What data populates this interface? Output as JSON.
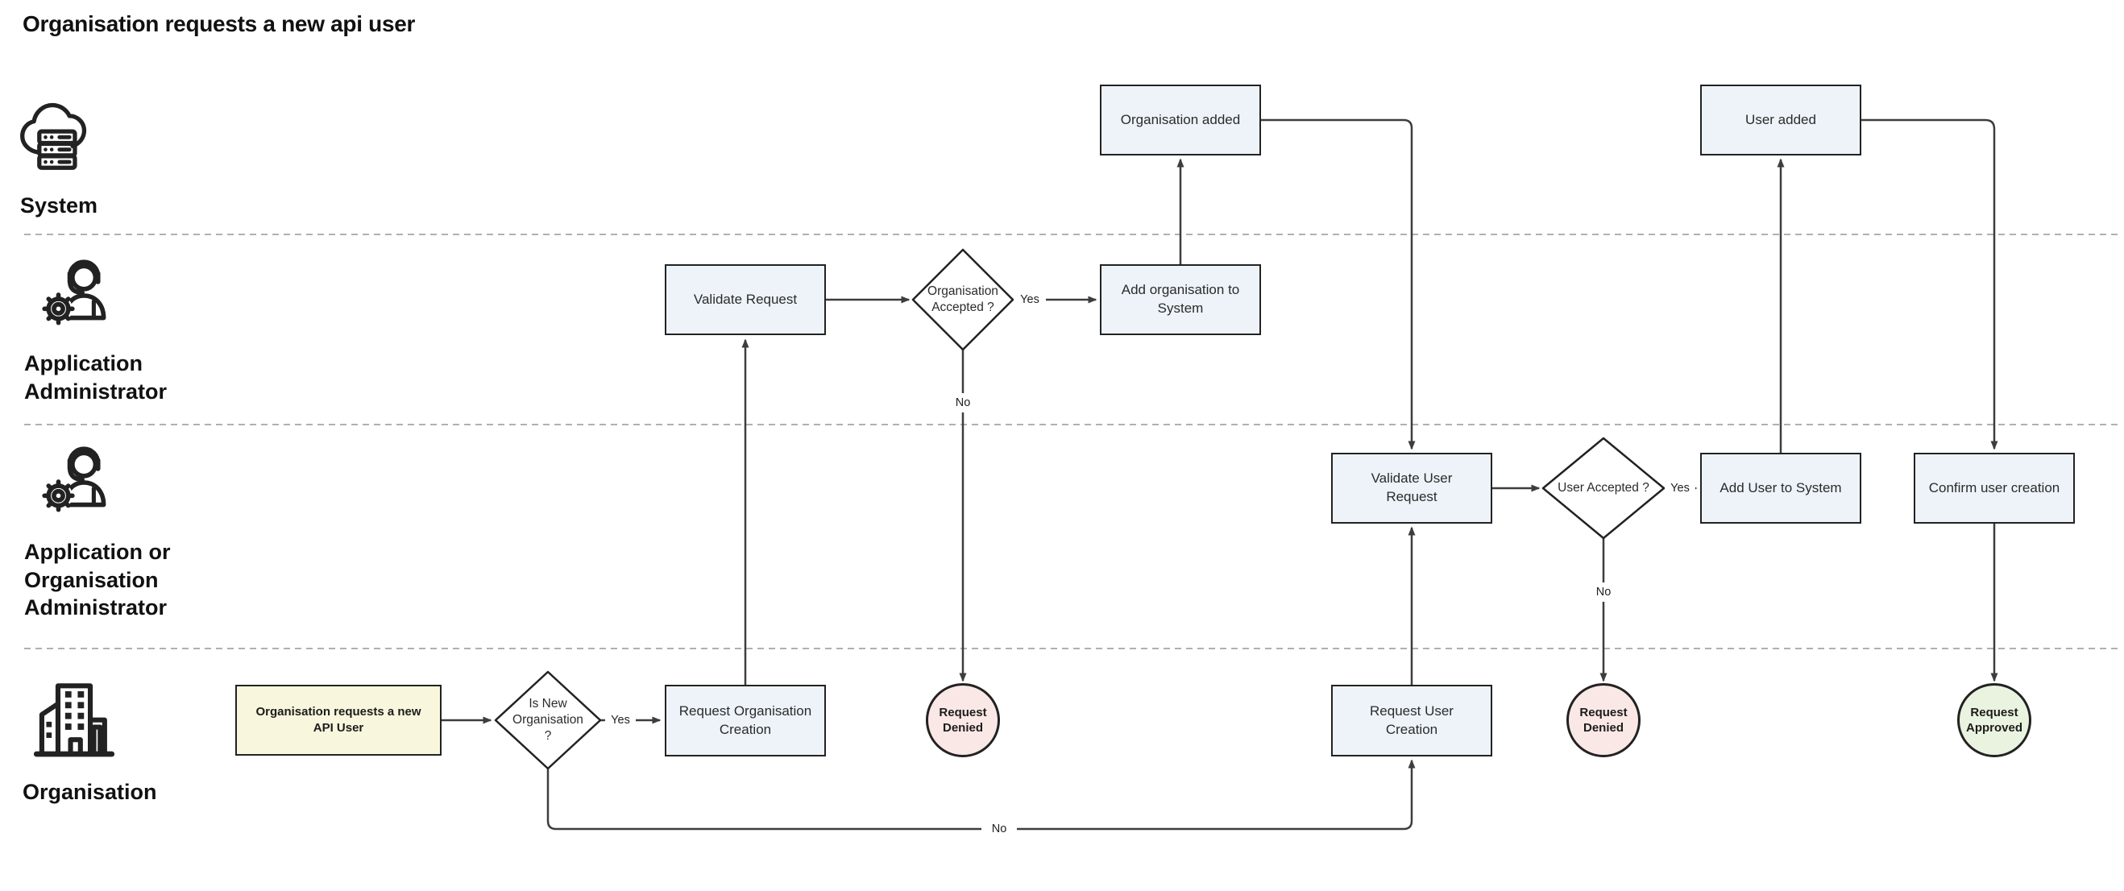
{
  "title": "Organisation requests a new api user",
  "lanes": [
    {
      "id": "system",
      "label": "System",
      "icon": "cloud-server-icon"
    },
    {
      "id": "application-administrator",
      "label": "Application Administrator",
      "icon": "support-agent-gear-icon"
    },
    {
      "id": "application-or-organisation-administrator",
      "label": "Application or Organisation Administrator",
      "icon": "support-agent-gear-icon"
    },
    {
      "id": "organisation",
      "label": "Organisation",
      "icon": "building-icon"
    }
  ],
  "nodes": {
    "start": {
      "label": "Organisation requests a new API User",
      "type": "start",
      "lane": "organisation"
    },
    "is_new_organisation": {
      "label": "Is New Organisation ?",
      "type": "decision",
      "lane": "organisation"
    },
    "request_organisation_creation": {
      "label": "Request Organisation Creation",
      "type": "task",
      "lane": "organisation"
    },
    "validate_request": {
      "label": "Validate Request",
      "type": "task",
      "lane": "application-administrator"
    },
    "organisation_accepted": {
      "label": "Organisation Accepted ?",
      "type": "decision",
      "lane": "application-administrator"
    },
    "add_organisation_to_system": {
      "label": "Add organisation to System",
      "type": "task",
      "lane": "application-administrator"
    },
    "organisation_added": {
      "label": "Organisation added",
      "type": "task",
      "lane": "system"
    },
    "request_denied_org": {
      "label": "Request Denied",
      "type": "end-denied",
      "lane": "organisation"
    },
    "request_user_creation": {
      "label": "Request User Creation",
      "type": "task",
      "lane": "organisation"
    },
    "validate_user_request": {
      "label": "Validate User Request",
      "type": "task",
      "lane": "application-or-organisation-administrator"
    },
    "user_accepted": {
      "label": "User Accepted ?",
      "type": "decision",
      "lane": "application-or-organisation-administrator"
    },
    "add_user_to_system": {
      "label": "Add User to System",
      "type": "task",
      "lane": "application-or-organisation-administrator"
    },
    "user_added": {
      "label": "User added",
      "type": "task",
      "lane": "system"
    },
    "request_denied_user": {
      "label": "Request Denied",
      "type": "end-denied",
      "lane": "organisation"
    },
    "confirm_user_creation": {
      "label": "Confirm user creation",
      "type": "task",
      "lane": "application-or-organisation-administrator"
    },
    "request_approved": {
      "label": "Request Approved",
      "type": "end-approved",
      "lane": "organisation"
    }
  },
  "edge_labels": {
    "is_new_yes": "Yes",
    "is_new_no": "No",
    "org_accepted_yes": "Yes",
    "org_accepted_no": "No",
    "user_accepted_yes": "Yes",
    "user_accepted_no": "No"
  },
  "colors": {
    "task_fill": "#edf3f9",
    "start_fill": "#f8f6dd",
    "denied_fill": "#fae8e6",
    "approved_fill": "#eaf3df",
    "shape_border": "#222222",
    "connector": "#3d3d3d",
    "lane_divider": "#b0b0b0"
  }
}
